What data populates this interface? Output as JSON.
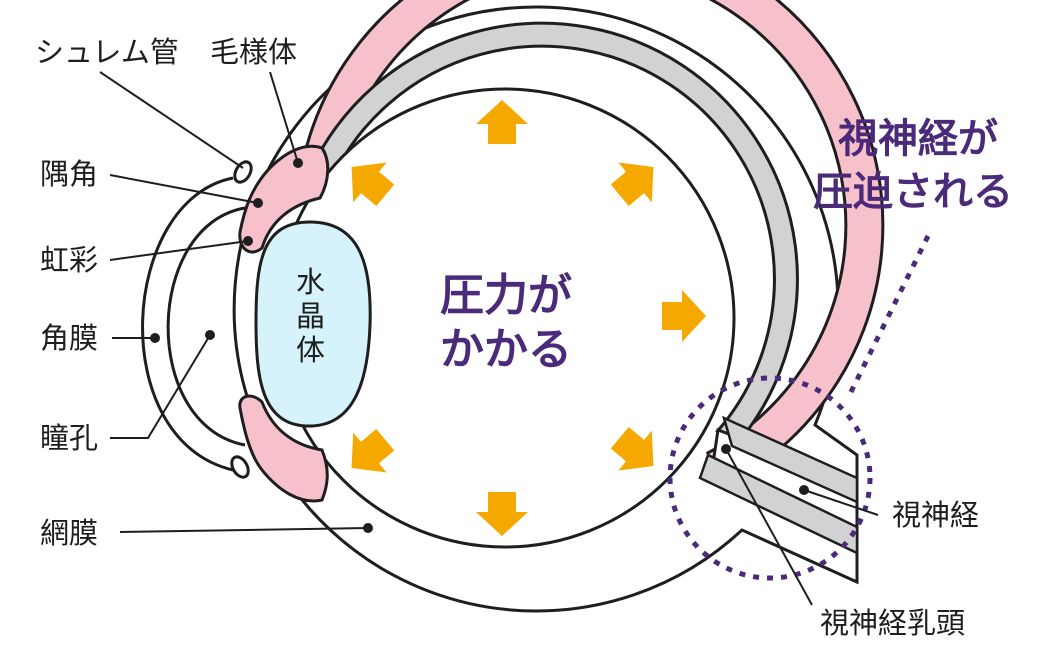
{
  "labels": {
    "schlemm": "シュレム管",
    "ciliary": "毛様体",
    "angle": "隅角",
    "iris": "虹彩",
    "cornea": "角膜",
    "pupil": "瞳孔",
    "retina": "網膜",
    "lens": [
      "水",
      "晶",
      "体"
    ],
    "optic_nerve": "視神経",
    "optic_disc": "視神経乳頭"
  },
  "callouts": {
    "pressure": [
      "圧力が",
      "かかる"
    ],
    "compressed": [
      "視神経が",
      "圧迫される"
    ]
  },
  "colors": {
    "outline": "#1e1e1e",
    "choroid": "#f7c1cb",
    "retina_layer": "#d2d2d2",
    "lens": "#d6f3fb",
    "arrow": "#f5a900",
    "callout": "#4b2a7a",
    "dash_ring": "#4b2a7a"
  },
  "icons": {
    "pressure_arrow": "arrow-icon"
  }
}
